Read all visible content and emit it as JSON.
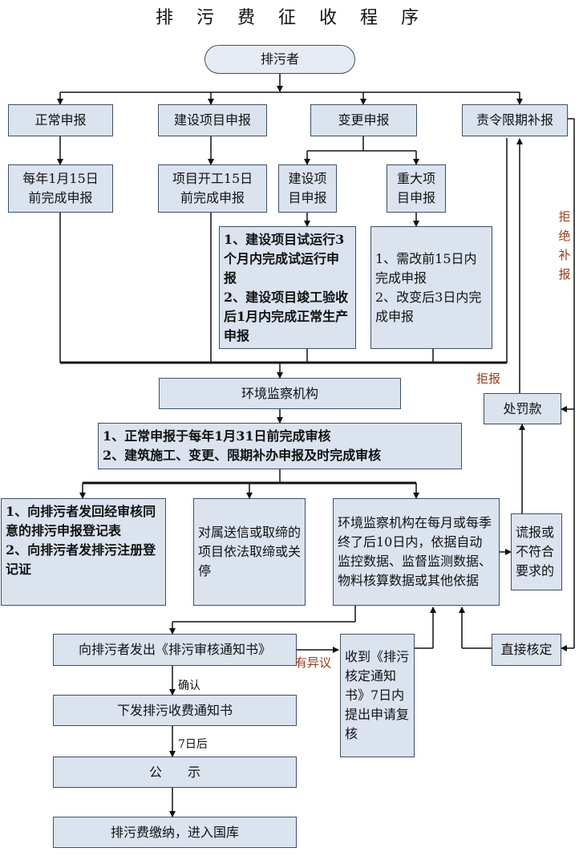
{
  "title": "排 污 费 征 收 程 序",
  "nodes": {
    "start": "排污者",
    "normal": "正常申报",
    "construction": "建设项目申报",
    "change": "变更申报",
    "ordered": "责令限期补报",
    "normal_deadline": "每年1月15日\n前完成申报",
    "construction_start": "项目开工15日\n前完成申报",
    "change_construction": "建设项\n目申报",
    "change_major": "重大项\n目申报",
    "construction_rules": "1、建设项目试运行3个月内完成试运行申报\n2、建设项目竣工验收后1月内完成正常生产申报",
    "major_rules": "1、需改前15日内完成申报\n2、改变后3日内完成申报",
    "agency": "环境监察机构",
    "review": "1、正常申报于每年1月31日前完成审核\n2、建筑施工、变更、限期补办申报及时完成审核",
    "penalty": "处罚款",
    "approved": "1、向排污者发回经审核同意的排污申报登记表\n2、向排污者发排污注册登记证",
    "shutdown": "对属送信或取缔的项目依法取缔或关停",
    "verify": "环境监察机构在每月或每季终了后10日内，依据自动监控数据、监督监测数据、物料核算数据或其他依据",
    "false_report": "谎报或不符合要求的",
    "notice": "向排污者发出《排污审核通知书》",
    "recheck": "收到《排污核定通知书》7日内提出申请复核",
    "direct": "直接核定",
    "fee_notice": "下发排污收费通知书",
    "publicize": "公　　示",
    "payment": "排污费缴纳，进入国库"
  },
  "labels": {
    "refuse_vertical": "拒\n绝\n补\n报",
    "refuse": "拒报",
    "objection": "有异议",
    "confirm": "确认",
    "after7": "7日后"
  },
  "colors": {
    "box_fill": "#dbe3ef",
    "border": "#3f4f66",
    "line": "#111111",
    "accent": "#9a3a1a"
  }
}
